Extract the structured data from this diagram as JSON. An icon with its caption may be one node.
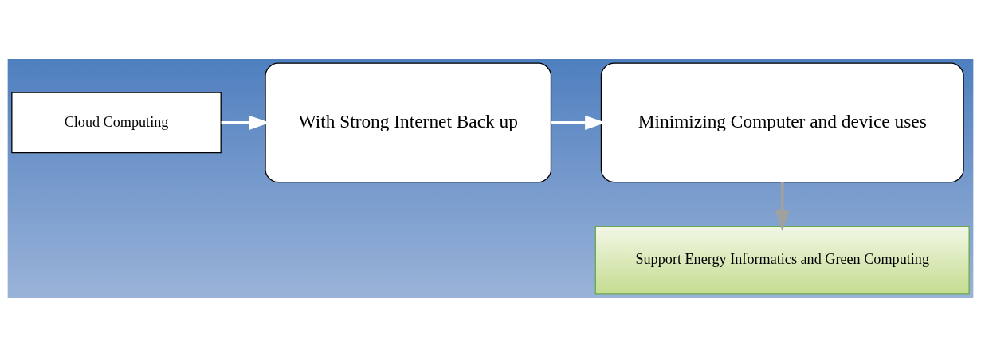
{
  "diagram": {
    "nodes": [
      {
        "text": [
          "Cloud Computing"
        ]
      },
      {
        "text": [
          "With Strong Internet Back up"
        ]
      },
      {
        "text": [
          "Minimizing Computer and device uses"
        ]
      },
      {
        "text": [
          "Support Energy Informatics and Green Computing"
        ]
      }
    ],
    "edges": [
      {
        "from": 0,
        "to": 1,
        "arrow": "to"
      },
      {
        "from": 1,
        "to": 2,
        "arrow": "to"
      },
      {
        "from": 2,
        "to": 3,
        "arrow": "to",
        "color": "#a0a0a0"
      }
    ]
  }
}
